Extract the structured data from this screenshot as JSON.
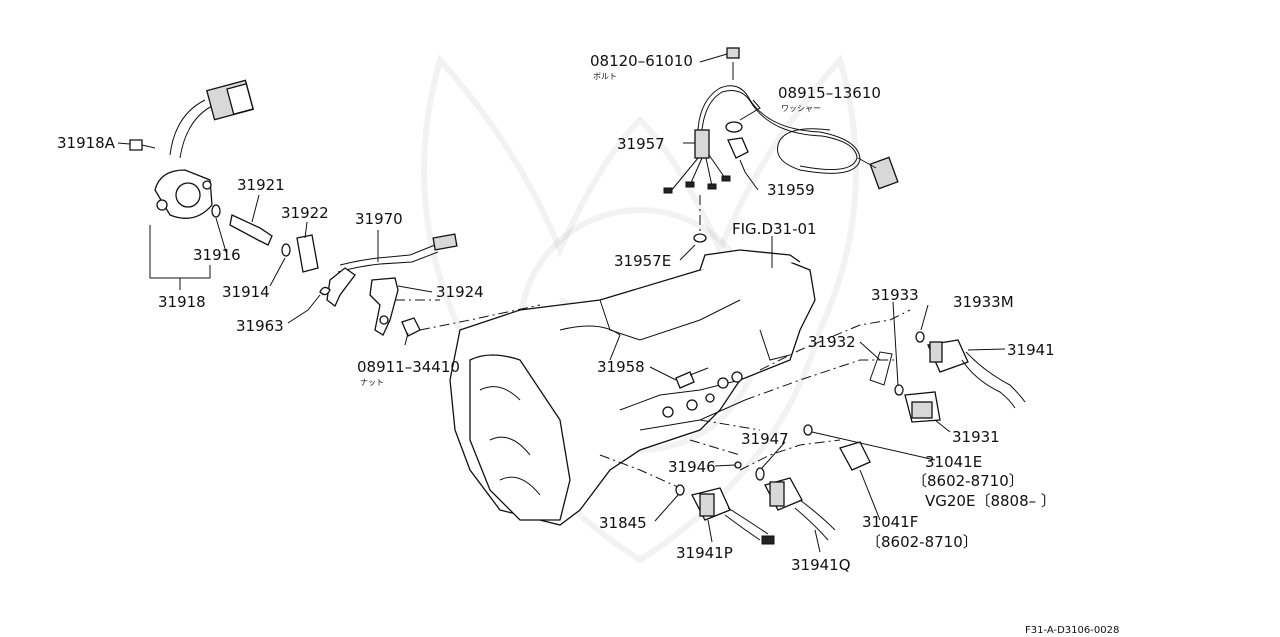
{
  "labels": {
    "p08120": "08120–61010",
    "p08120_sub": "ボルト",
    "p08915": "08915–13610",
    "p08915_sub": "ワッシャー",
    "p31957": "31957",
    "p31959": "31959",
    "p31957e": "31957E",
    "fig": "FIG.D31-01",
    "p31918a": "31918A",
    "p31921": "31921",
    "p31922": "31922",
    "p31916": "31916",
    "p31918": "31918",
    "p31914": "31914",
    "p31970": "31970",
    "p31924": "31924",
    "p31963": "31963",
    "p08911": "08911–34410",
    "p08911_sub": "ナット",
    "p31958": "31958",
    "p31933": "31933",
    "p31933m": "31933M",
    "p31932": "31932",
    "p31941": "31941",
    "p31931": "31931",
    "p31947": "31947",
    "p31946": "31946",
    "p31041e": "31041E",
    "p31041e_code": "〔8602-8710〕",
    "vg20e": "VG20E〔8808–           〕",
    "p31845": "31845",
    "p31941p": "31941P",
    "p31041f": "31041F",
    "p31041f_code": "〔8602-8710〕",
    "p31941q": "31941Q"
  },
  "footer": "F31-A-D3106-0028"
}
